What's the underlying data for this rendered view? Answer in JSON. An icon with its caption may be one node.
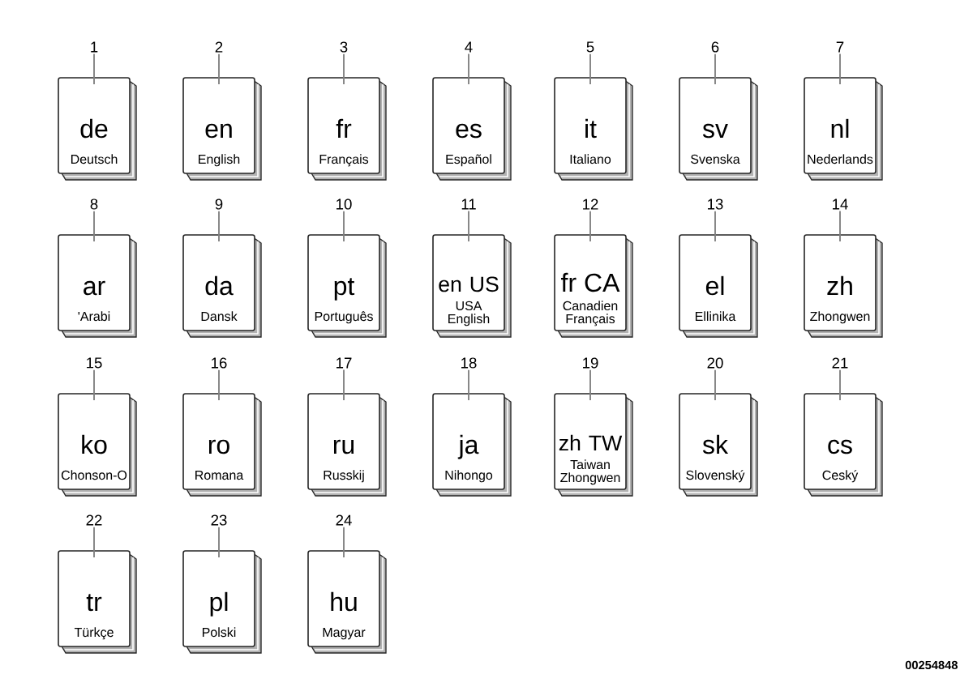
{
  "diagram": {
    "nodes": [
      {
        "text": [
          "1"
        ]
      },
      {
        "text": [
          "de",
          "Deutsch"
        ]
      },
      {
        "text": [
          "2"
        ]
      },
      {
        "text": [
          "en",
          "English"
        ]
      },
      {
        "text": [
          "3"
        ]
      },
      {
        "text": [
          "fr",
          "Français"
        ]
      },
      {
        "text": [
          "4"
        ]
      },
      {
        "text": [
          "es",
          "Español"
        ]
      },
      {
        "text": [
          "5"
        ]
      },
      {
        "text": [
          "it",
          "Italiano"
        ]
      },
      {
        "text": [
          "6"
        ]
      },
      {
        "text": [
          "sv",
          "Svenska"
        ]
      },
      {
        "text": [
          "7"
        ]
      },
      {
        "text": [
          "nl",
          "Nederlands"
        ]
      },
      {
        "text": [
          "8"
        ]
      },
      {
        "text": [
          "ar",
          "'Arabi"
        ]
      },
      {
        "text": [
          "9"
        ]
      },
      {
        "text": [
          "da",
          "Dansk"
        ]
      },
      {
        "text": [
          "10"
        ]
      },
      {
        "text": [
          "pt",
          "Português"
        ]
      },
      {
        "text": [
          "11"
        ]
      },
      {
        "text": [
          "en US",
          "USA English"
        ]
      },
      {
        "text": [
          "12"
        ]
      },
      {
        "text": [
          "fr CA",
          "Canadien Français"
        ]
      },
      {
        "text": [
          "13"
        ]
      },
      {
        "text": [
          "el",
          "Ellinika"
        ]
      },
      {
        "text": [
          "14"
        ]
      },
      {
        "text": [
          "zh",
          "Zhongwen"
        ]
      },
      {
        "text": [
          "15"
        ]
      },
      {
        "text": [
          "ko",
          "Chonson-O"
        ]
      },
      {
        "text": [
          "16"
        ]
      },
      {
        "text": [
          "ro",
          "Romana"
        ]
      },
      {
        "text": [
          "17"
        ]
      },
      {
        "text": [
          "ru",
          "Russkij"
        ]
      },
      {
        "text": [
          "18"
        ]
      },
      {
        "text": [
          "ja",
          "Nihongo"
        ]
      },
      {
        "text": [
          "19"
        ]
      },
      {
        "text": [
          "zh TW",
          "Taiwan Zhongwen"
        ]
      },
      {
        "text": [
          "20"
        ]
      },
      {
        "text": [
          "sk",
          "Slovenský"
        ]
      },
      {
        "text": [
          "21"
        ]
      },
      {
        "text": [
          "cs",
          "Ceský"
        ]
      },
      {
        "text": [
          "22"
        ]
      },
      {
        "text": [
          "tr",
          "Türkçe"
        ]
      },
      {
        "text": [
          "23"
        ]
      },
      {
        "text": [
          "pl",
          "Polski"
        ]
      },
      {
        "text": [
          "24"
        ]
      },
      {
        "text": [
          "hu",
          "Magyar"
        ]
      }
    ],
    "edges": [
      {
        "from": 0,
        "to": 1,
        "arrow": "none"
      },
      {
        "from": 2,
        "to": 3,
        "arrow": "none"
      },
      {
        "from": 4,
        "to": 5,
        "arrow": "none"
      },
      {
        "from": 6,
        "to": 7,
        "arrow": "none"
      },
      {
        "from": 8,
        "to": 9,
        "arrow": "none"
      },
      {
        "from": 10,
        "to": 11,
        "arrow": "none"
      },
      {
        "from": 12,
        "to": 13,
        "arrow": "none"
      },
      {
        "from": 14,
        "to": 15,
        "arrow": "none"
      },
      {
        "from": 16,
        "to": 17,
        "arrow": "none"
      },
      {
        "from": 18,
        "to": 19,
        "arrow": "none"
      },
      {
        "from": 20,
        "to": 21,
        "arrow": "none"
      },
      {
        "from": 22,
        "to": 23,
        "arrow": "none"
      },
      {
        "from": 24,
        "to": 25,
        "arrow": "none"
      },
      {
        "from": 26,
        "to": 27,
        "arrow": "none"
      },
      {
        "from": 28,
        "to": 29,
        "arrow": "none"
      },
      {
        "from": 30,
        "to": 31,
        "arrow": "none"
      },
      {
        "from": 32,
        "to": 33,
        "arrow": "none"
      },
      {
        "from": 34,
        "to": 35,
        "arrow": "none"
      },
      {
        "from": 36,
        "to": 37,
        "arrow": "none"
      },
      {
        "from": 38,
        "to": 39,
        "arrow": "none"
      },
      {
        "from": 40,
        "to": 41,
        "arrow": "none"
      },
      {
        "from": 42,
        "to": 43,
        "arrow": "none"
      },
      {
        "from": 44,
        "to": 45,
        "arrow": "none"
      },
      {
        "from": 46,
        "to": 47,
        "arrow": "none"
      }
    ],
    "labels": [
      "00254848"
    ]
  }
}
